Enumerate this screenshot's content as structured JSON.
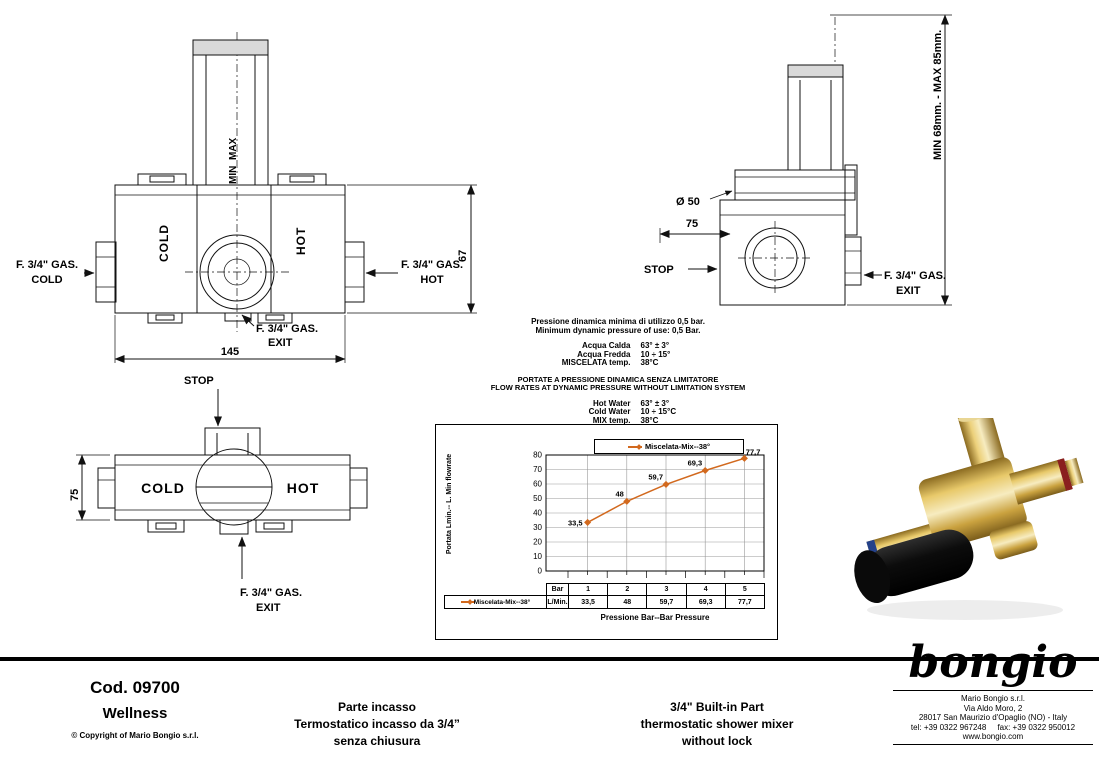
{
  "front_view": {
    "max": "MAX",
    "min": "MIN",
    "cold": "COLD",
    "hot": "HOT",
    "left_port_line1": "F. 3/4\" GAS.",
    "left_port_line2": "COLD",
    "right_port_line1": "F. 3/4\" GAS.",
    "right_port_line2": "HOT",
    "exit_line1": "F. 3/4\" GAS.",
    "exit_line2": "EXIT",
    "width_mm": "145",
    "height_mm": "67"
  },
  "side_view": {
    "depth_note": "MIN 68mm. - MAX 85mm.",
    "diameter": "Ø 50",
    "depth_mm": "75",
    "stop": "STOP",
    "exit_line1": "F. 3/4\" GAS.",
    "exit_line2": "EXIT"
  },
  "top_view": {
    "stop": "STOP",
    "cold": "COLD",
    "hot": "HOT",
    "depth_mm": "75",
    "exit_line1": "F. 3/4\" GAS.",
    "exit_line2": "EXIT"
  },
  "notes": {
    "min_pressure_it": "Pressione dinamica minima di utilizzo 0,5 bar.",
    "min_pressure_en": "Minimum dynamic pressure of use: 0,5 Bar.",
    "temp_rows_it": [
      {
        "label": "Acqua Calda",
        "value": "63° ± 3°"
      },
      {
        "label": "Acqua Fredda",
        "value": "10 ÷ 15°"
      },
      {
        "label": "MISCELATA  temp.",
        "value": "38°C"
      }
    ],
    "flow_title_it": "PORTATE A PRESSIONE DINAMICA SENZA LIMITATORE",
    "flow_title_en": "FLOW RATES AT DYNAMIC PRESSURE WITHOUT LIMITATION SYSTEM",
    "temp_rows_en": [
      {
        "label": "Hot Water",
        "value": "63° ± 3°"
      },
      {
        "label": "Cold Water",
        "value": "10 ÷ 15°C"
      },
      {
        "label": "MIX temp.",
        "value": "38°C"
      }
    ]
  },
  "chart_data": {
    "type": "line",
    "legend": "Miscelata-Mix--38°",
    "x_header": "Bar",
    "x": [
      "1",
      "2",
      "3",
      "4",
      "5"
    ],
    "values": [
      33.5,
      48,
      59.7,
      69.3,
      77.7
    ],
    "value_labels": [
      "33,5",
      "48",
      "59,7",
      "69,3",
      "77,7"
    ],
    "unit": "L/Min.",
    "xlabel": "Pressione Bar--Bar Pressure",
    "ylabel": "Portata Lmin.-- L. Min flowrate",
    "ylim": [
      0,
      80
    ],
    "yticks": [
      0,
      10,
      20,
      30,
      40,
      50,
      60,
      70,
      80
    ],
    "grid": true,
    "legend_position": "top",
    "line_color": "#d2691e"
  },
  "footer": {
    "code": "Cod. 09700",
    "series": "Wellness",
    "copyright": "© Copyright of Mario Bongio s.r.l.",
    "description_it": [
      "Parte incasso",
      "Termostatico incasso da 3/4”",
      "senza chiusura"
    ],
    "description_en": [
      "3/4\" Built-in Part",
      "thermostatic shower mixer",
      "without lock"
    ],
    "logo": "bongio",
    "company": "Mario Bongio s.r.l.",
    "address1": "Via Aldo Moro, 2",
    "address2": "28017 San Maurizio d'Opaglio (NO) - Italy",
    "phone": "tel: +39 0322 967248     fax: +39 0322 950012",
    "website": "www.bongio.com"
  }
}
